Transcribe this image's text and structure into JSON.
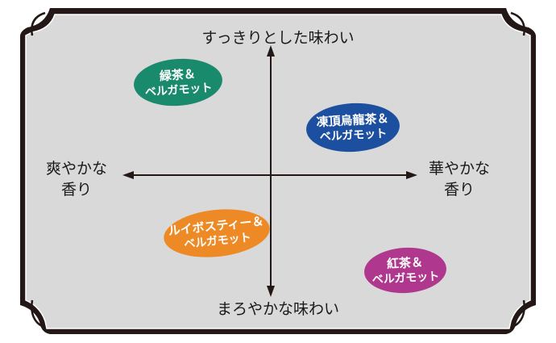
{
  "axes": {
    "top": "すっきりとした味わい",
    "bottom": "まろやかな味わい",
    "left": [
      "爽やかな",
      "香り"
    ],
    "right": [
      "華やかな",
      "香り"
    ]
  },
  "items": [
    {
      "line1": "緑茶＆",
      "line2": "ベルガモット",
      "color": "#1a8a6c"
    },
    {
      "line1": "凍頂烏龍茶＆",
      "line2": "ベルガモット",
      "color": "#1d4fa0"
    },
    {
      "line1": "ルイボスティー＆",
      "line2": "ベルガモット",
      "color": "#ee8a26"
    },
    {
      "line1": "紅茶＆",
      "line2": "ベルガモット",
      "color": "#b0378e"
    }
  ],
  "colors": {
    "background": "#d9d9d9",
    "frame": "#231815",
    "arrow": "#231815"
  }
}
